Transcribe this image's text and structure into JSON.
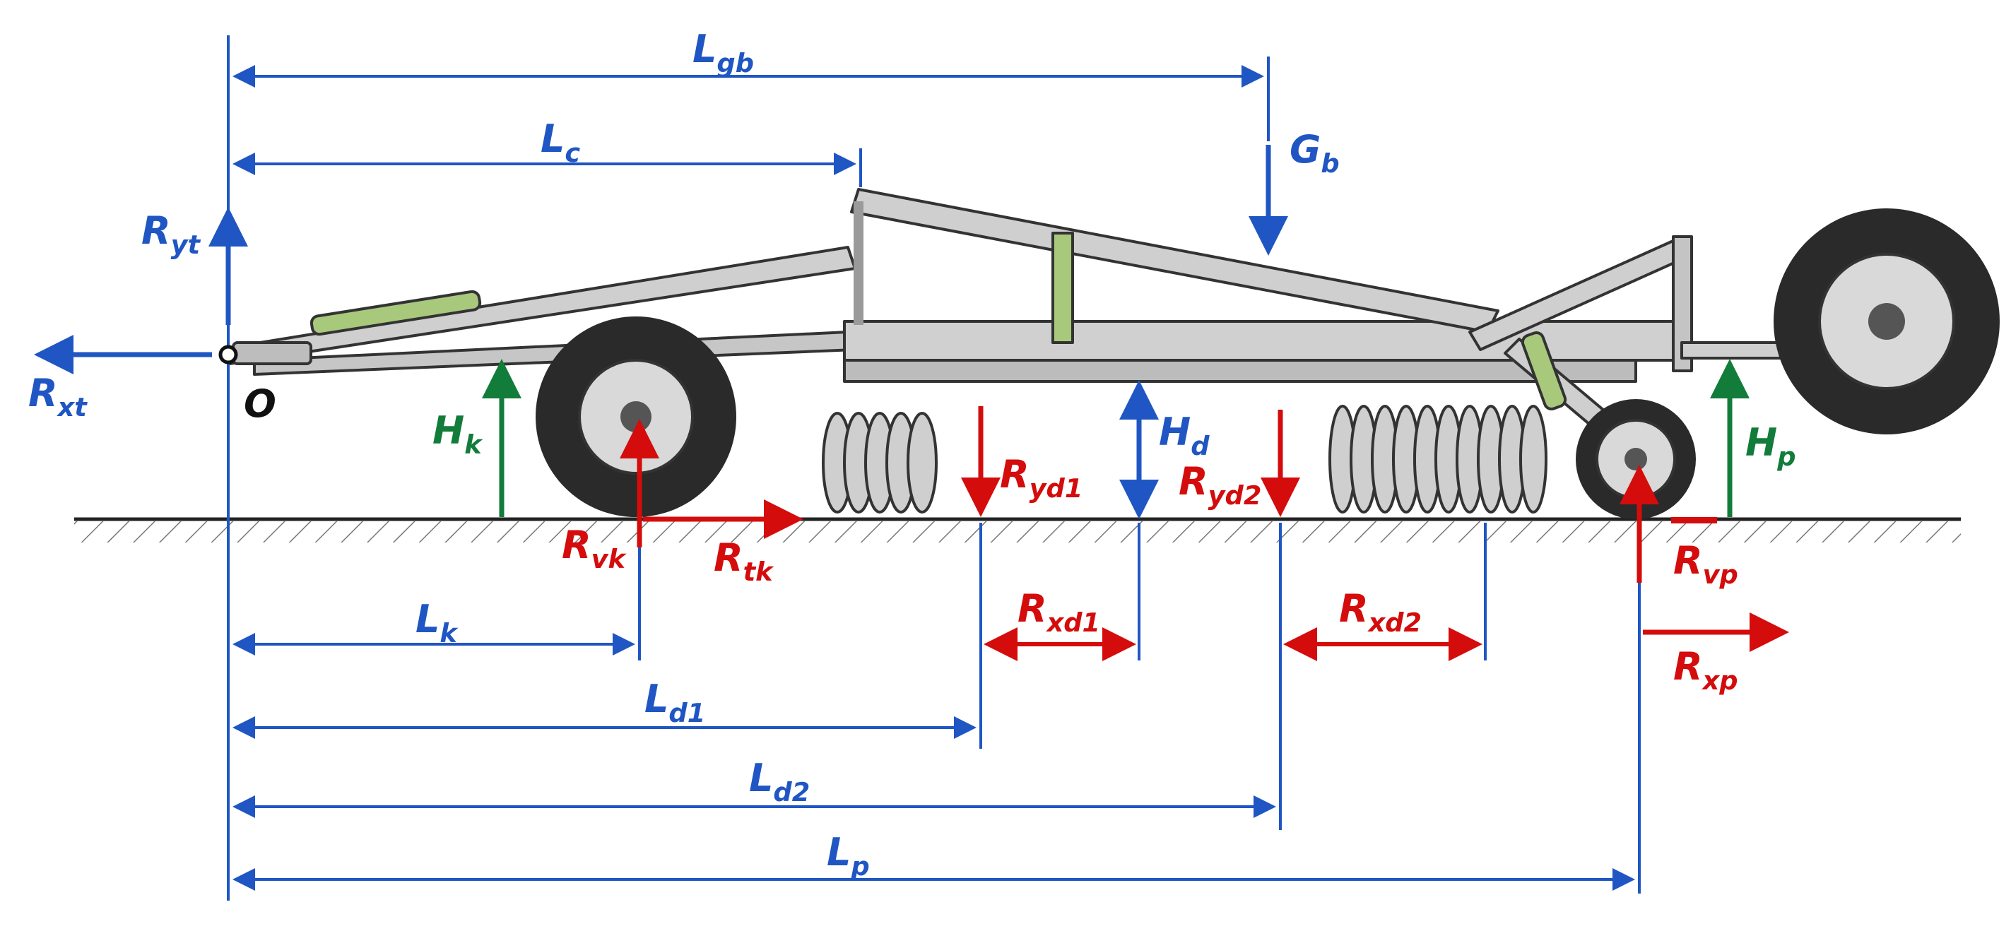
{
  "colors": {
    "blue": "#1f56c3",
    "red": "#d40c0c",
    "green": "#127c3a",
    "frame": "#c9c9c9",
    "frame_stroke": "#333333",
    "frame_accent": "#9bc46b",
    "tire": "#2a2a2a",
    "ground": "#222222"
  },
  "labels": {
    "origin": "O",
    "L_gb": {
      "main": "L",
      "sub": "gb"
    },
    "L_c": {
      "main": "L",
      "sub": "c"
    },
    "G_b": {
      "main": "G",
      "sub": "b"
    },
    "R_yt": {
      "main": "R",
      "sub": "yt"
    },
    "R_xt": {
      "main": "R",
      "sub": "xt"
    },
    "H_k": {
      "main": "H",
      "sub": "k"
    },
    "H_d": {
      "main": "H",
      "sub": "d"
    },
    "H_p": {
      "main": "H",
      "sub": "p"
    },
    "R_vk": {
      "main": "R",
      "sub": "vk"
    },
    "R_tk": {
      "main": "R",
      "sub": "tk"
    },
    "R_yd1": {
      "main": "R",
      "sub": "yd1"
    },
    "R_yd2": {
      "main": "R",
      "sub": "yd2"
    },
    "R_vp": {
      "main": "R",
      "sub": "vp"
    },
    "R_xp": {
      "main": "R",
      "sub": "xp"
    },
    "R_xd1": {
      "main": "R",
      "sub": "xd1"
    },
    "R_xd2": {
      "main": "R",
      "sub": "xd2"
    },
    "L_k": {
      "main": "L",
      "sub": "k"
    },
    "L_d1": {
      "main": "L",
      "sub": "d1"
    },
    "L_d2": {
      "main": "L",
      "sub": "d2"
    },
    "L_p": {
      "main": "L",
      "sub": "p"
    }
  }
}
